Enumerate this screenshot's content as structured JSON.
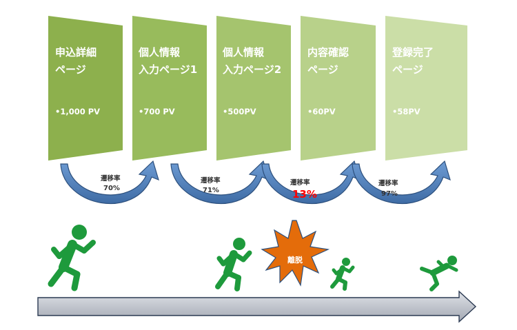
{
  "steps": [
    {
      "title": "申込詳細\nページ",
      "pv": "•1,000 PV",
      "color": "#8db04d"
    },
    {
      "title": "個人情報\n入力ページ1",
      "pv": "•700 PV",
      "color": "#98bb5c"
    },
    {
      "title": "個人情報\n入力ページ2",
      "pv": "•500PV",
      "color": "#a5c46e"
    },
    {
      "title": "内容確認\nページ",
      "pv": "•60PV",
      "color": "#b8d18a"
    },
    {
      "title": "登録完了\nページ",
      "pv": "•58PV",
      "color": "#cbdea7"
    }
  ],
  "transitions": [
    {
      "label": "遷移率",
      "value": "70%",
      "highlight": false
    },
    {
      "label": "遷移率",
      "value": "71%",
      "highlight": false
    },
    {
      "label": "遷移率",
      "value": "13%",
      "highlight": true
    },
    {
      "label": "遷移率",
      "value": "97%",
      "highlight": false
    }
  ],
  "dropout_label": "離脱",
  "colors": {
    "arrow_fill": "#4f81bd",
    "arrow_stroke": "#2c4f7c",
    "runner": "#1e9a3c",
    "burst": "#e46c0a",
    "timeline": "#c9ccd3",
    "alert": "#ff0000"
  }
}
